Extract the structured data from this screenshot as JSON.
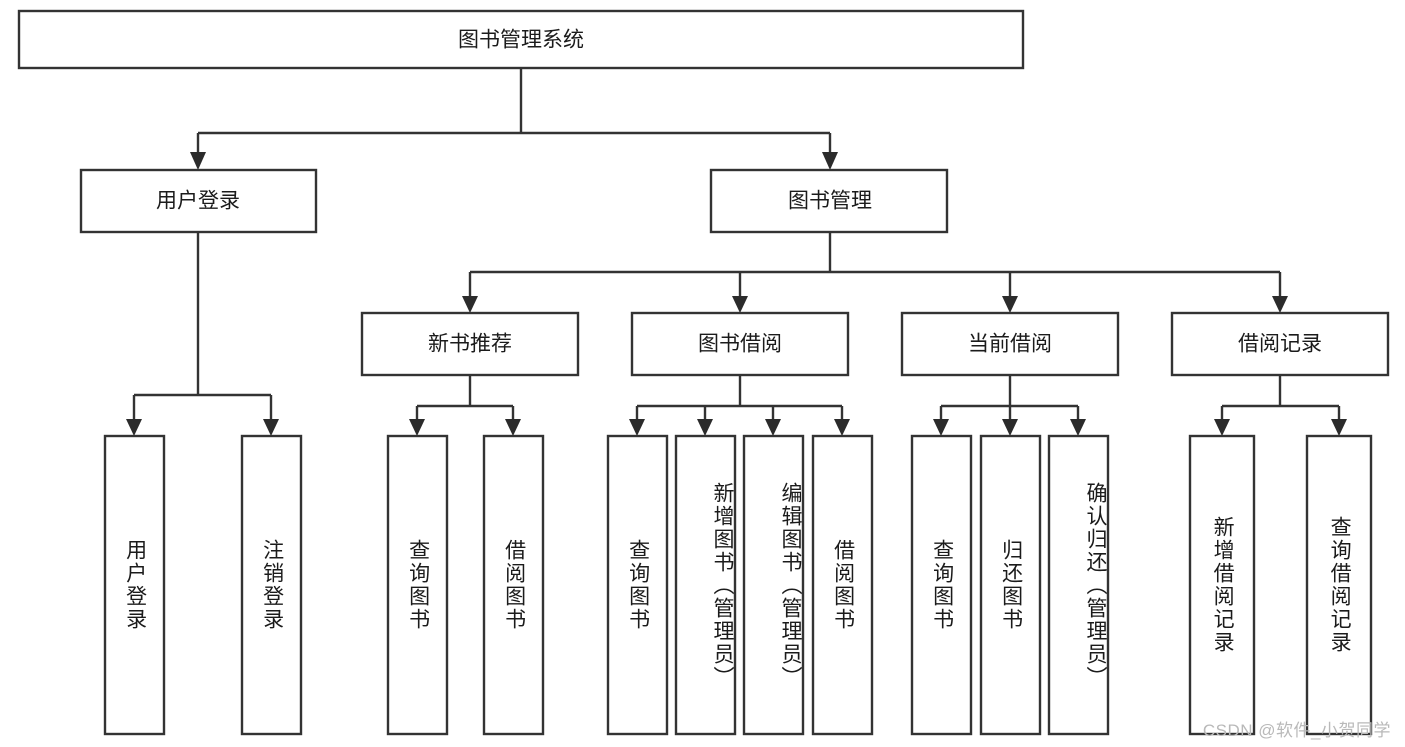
{
  "diagram": {
    "type": "tree-hierarchy-chart",
    "title_text": "图书管理系统",
    "watermark": "CSDN @软件_小贺同学",
    "colors": {
      "box_stroke": "#333333",
      "box_fill": "#ffffff",
      "text": "#1b1b1b",
      "arrow": "#2b2b2b",
      "watermark": "#b9b9b9",
      "background": "#ffffff"
    },
    "root": {
      "label": "图书管理系统"
    },
    "level2": [
      {
        "label": "用户登录"
      },
      {
        "label": "图书管理"
      }
    ],
    "level3": [
      {
        "label": "新书推荐"
      },
      {
        "label": "图书借阅"
      },
      {
        "label": "当前借阅"
      },
      {
        "label": "借阅记录"
      }
    ],
    "leaves": {
      "user_login": [
        {
          "label": "用户登录"
        },
        {
          "label": "注销登录"
        }
      ],
      "new_book": [
        {
          "label": "查询图书"
        },
        {
          "label": "借阅图书"
        }
      ],
      "book_borrow": [
        {
          "label": "查询图书"
        },
        {
          "label": "新增图书（管理员）"
        },
        {
          "label": "编辑图书（管理员）"
        },
        {
          "label": "借阅图书"
        }
      ],
      "current_borrow": [
        {
          "label": "查询图书"
        },
        {
          "label": "归还图书"
        },
        {
          "label": "确认归还（管理员）"
        }
      ],
      "borrow_record": [
        {
          "label": "新增借阅记录"
        },
        {
          "label": "查询借阅记录"
        }
      ]
    }
  }
}
